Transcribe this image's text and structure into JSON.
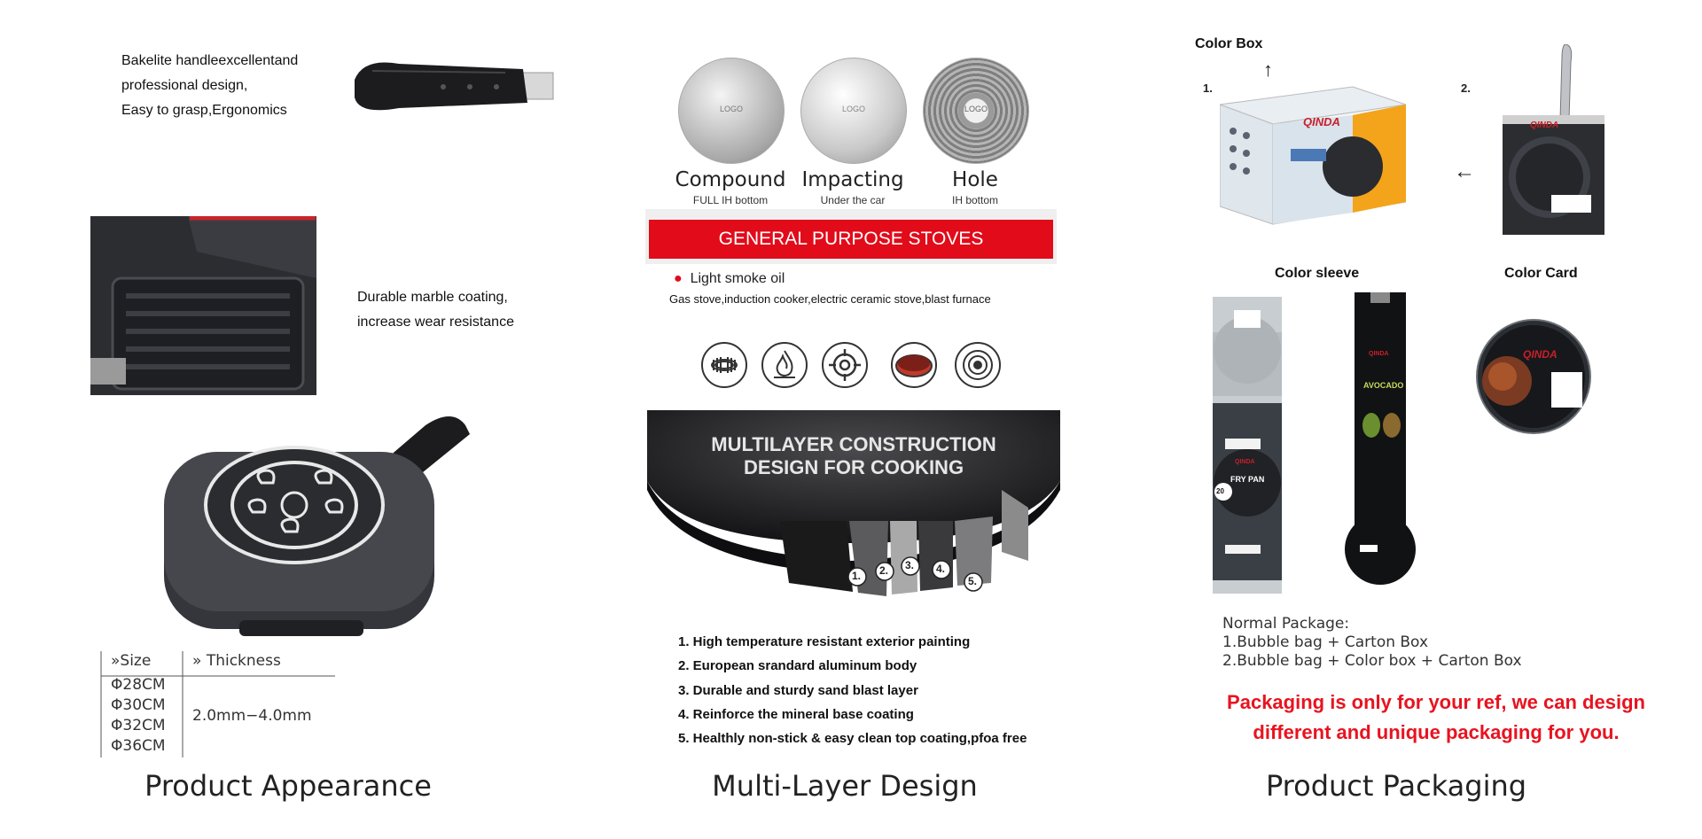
{
  "sections": {
    "appearance_title": "Product Appearance",
    "multilayer_title": "Multi-Layer Design",
    "packaging_title": "Product Packaging"
  },
  "appearance": {
    "handle_text": [
      "Bakelite handleexcellentand",
      "professional design,",
      "Easy to grasp,Ergonomics"
    ],
    "coating_text": [
      "Durable marble coating,",
      " increase wear resistance"
    ],
    "table": {
      "header_size": "Size",
      "header_thickness": "Thickness",
      "sizes": [
        "Φ28CM",
        "Φ30CM",
        "Φ32CM",
        "Φ36CM"
      ],
      "thickness": "2.0mm−4.0mm"
    }
  },
  "multilayer": {
    "bottoms": [
      {
        "name": "Compound",
        "sub": "FULL IH bottom",
        "logo": "LOGO"
      },
      {
        "name": "Impacting",
        "sub": "Under the car",
        "logo": "LOGO"
      },
      {
        "name": "Hole",
        "sub": "IH bottom",
        "logo": "LOGO"
      }
    ],
    "banner": "GENERAL PURPOSE STOVES",
    "oil": "Light smoke oil",
    "stoves": "Gas stove,induction cooker,electric ceramic stove,blast furnace",
    "stove_icons": [
      "coil-icon",
      "flame-icon",
      "gas-burner-icon",
      "ceramic-plate-icon",
      "induction-icon"
    ],
    "construction_heading": [
      "MULTILAYER CONSTRUCTION",
      "DESIGN FOR COOKING"
    ],
    "layer_numbers": [
      "1.",
      "2.",
      "3.",
      "4.",
      "5."
    ],
    "features": [
      "1. High temperature resistant exterior painting",
      "2. European srandard aluminum body",
      "3. Durable and sturdy sand blast layer",
      "4. Reinforce the mineral base coating",
      "5. Healthly non-stick & easy clean top coating,pfoa free"
    ]
  },
  "packaging": {
    "color_box": "Color Box",
    "num1": "1.",
    "num2": "2.",
    "brand": "QINDA",
    "color_sleeve": "Color sleeve",
    "color_card": "Color Card",
    "sleeve_text": [
      "FRY PAN",
      "AVOCADO",
      "20"
    ],
    "normal_heading": "Normal Package:",
    "normal_items": [
      "1.Bubble bag + Carton Box",
      "2.Bubble bag + Color box + Carton Box"
    ],
    "note": [
      "Packaging is only for your ref, we can design",
      "different and unique packaging for you."
    ]
  },
  "colors": {
    "accent_red": "#e20b1a",
    "pan_black": "#2a2c30"
  }
}
